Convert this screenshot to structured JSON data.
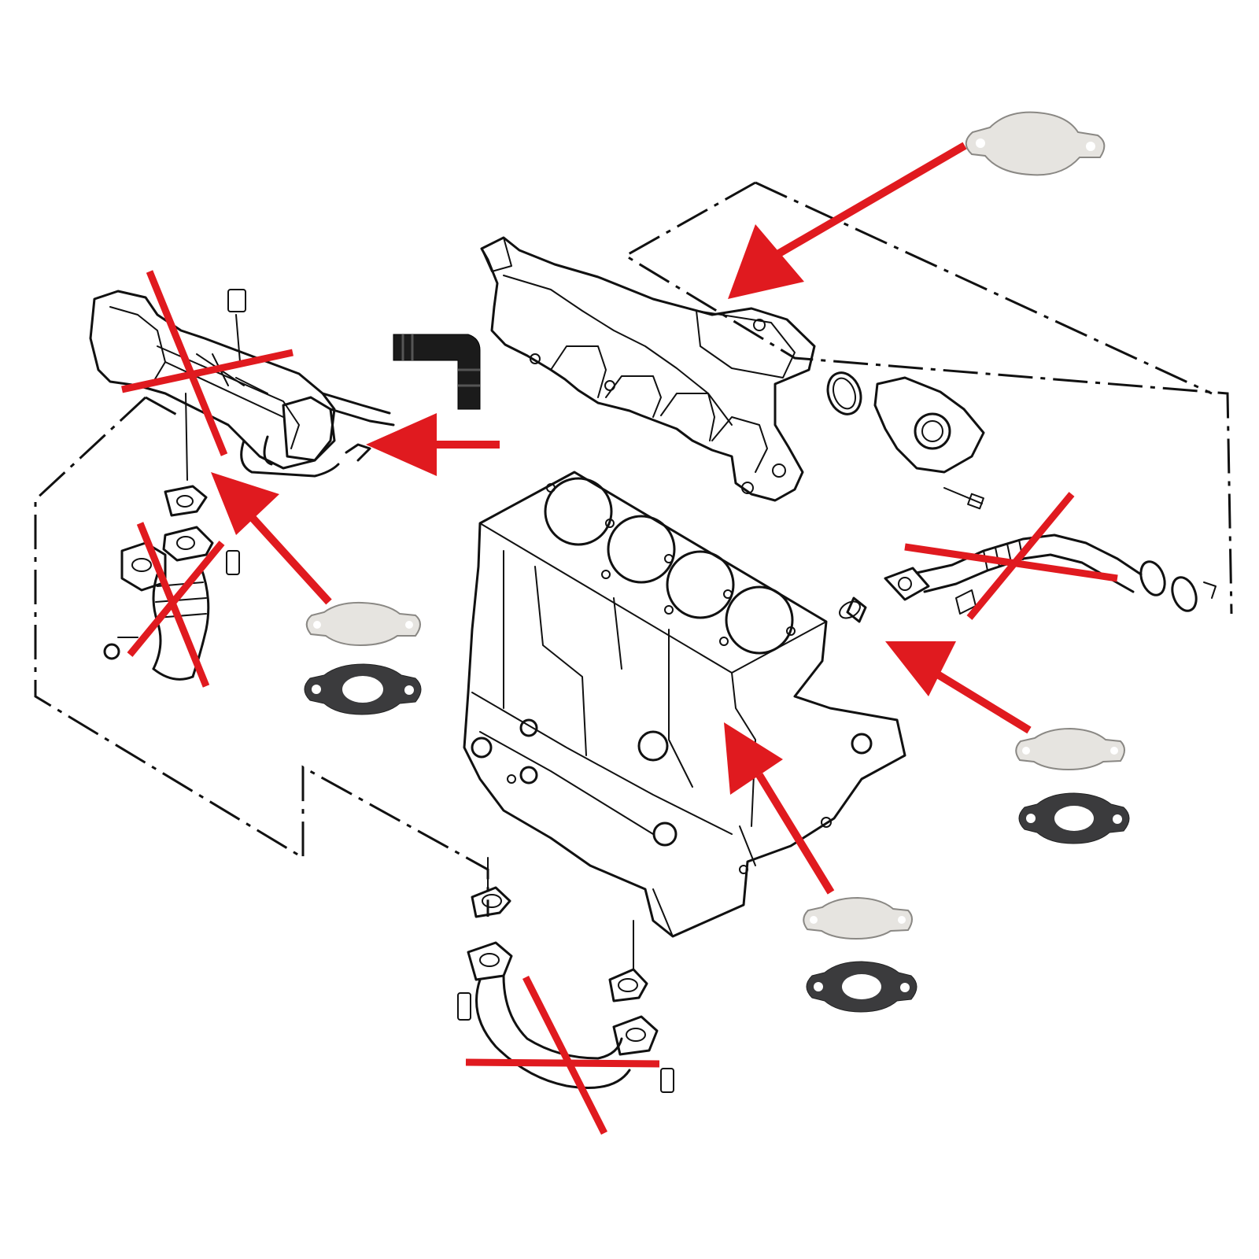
{
  "diagram": {
    "colors": {
      "line_art": "#111111",
      "removal_mark": "#e01a1f",
      "blanking_plate": "#e6e4e0",
      "gasket": "#3b3b3d",
      "hose": "#1b1b1b"
    },
    "components": [
      "egr-cooler",
      "intake-manifold",
      "throttle-body",
      "engine-block",
      "egr-pipe-right",
      "egr-valve-left",
      "egr-pipe-bottom",
      "coolant-bypass-hose"
    ],
    "removed_components": [
      "egr-cooler",
      "egr-valve-left",
      "egr-pipe-right",
      "egr-pipe-bottom"
    ],
    "replacement_parts": [
      "blanking-plate",
      "gasket",
      "coolant-bypass-hose"
    ],
    "callout_arrows": 5
  }
}
